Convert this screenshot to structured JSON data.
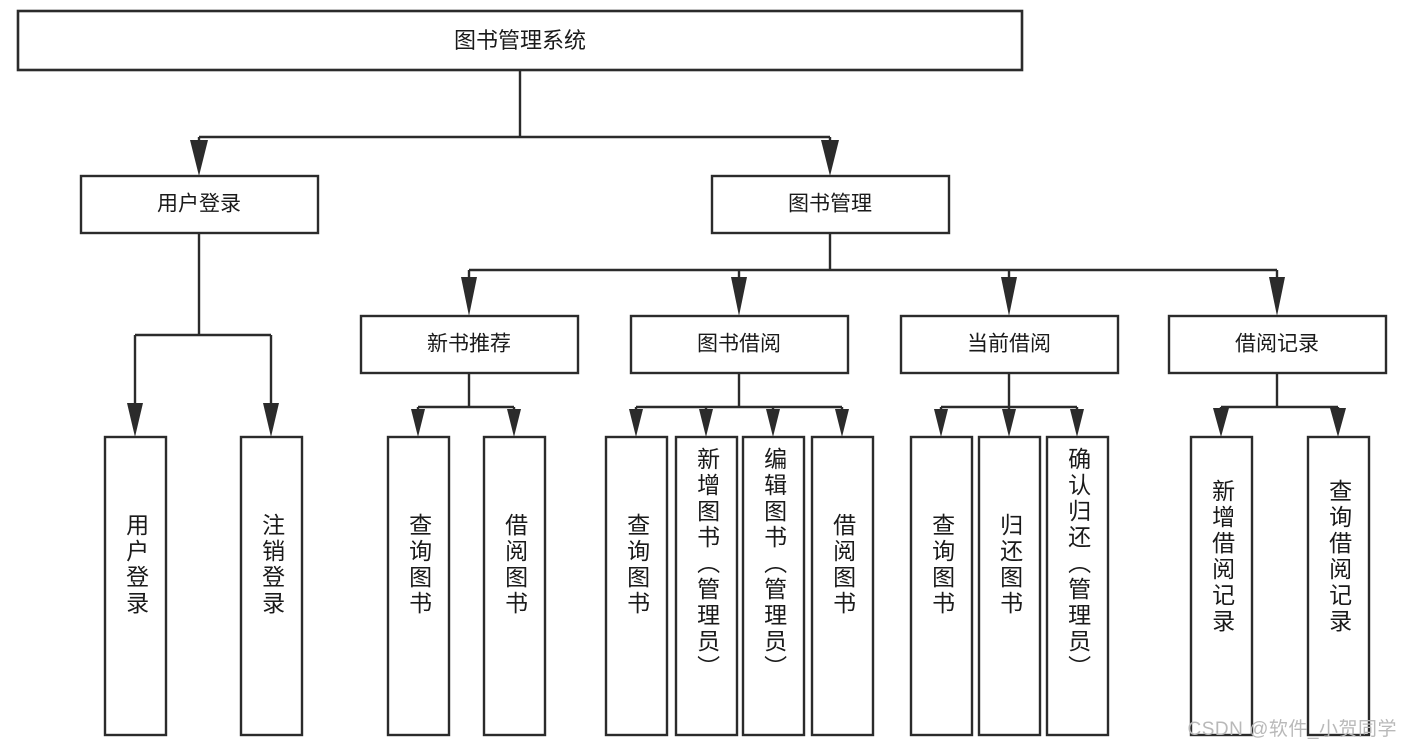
{
  "diagram": {
    "type": "tree-hierarchy-chart",
    "title": "图书管理系统",
    "orientation": "top-down",
    "colors": {
      "background": "#ffffff",
      "box_fill": "#ffffff",
      "box_stroke": "#2b2b2b",
      "text": "#1a1a1a",
      "watermark": "#b9b9b9"
    },
    "root": {
      "label": "图书管理系统",
      "id": "root"
    },
    "level2": [
      {
        "id": "user-login",
        "label": "用户登录"
      },
      {
        "id": "book-management",
        "label": "图书管理"
      }
    ],
    "level3": [
      {
        "id": "new-book-recommend",
        "label": "新书推荐",
        "parent": "book-management"
      },
      {
        "id": "book-borrow",
        "label": "图书借阅",
        "parent": "book-management"
      },
      {
        "id": "current-borrow",
        "label": "当前借阅",
        "parent": "book-management"
      },
      {
        "id": "borrow-record",
        "label": "借阅记录",
        "parent": "book-management"
      }
    ],
    "leaves": {
      "user-login": [
        {
          "id": "leaf-user-login",
          "label": "用户登录"
        },
        {
          "id": "leaf-logout-login",
          "label": "注销登录"
        }
      ],
      "new-book-recommend": [
        {
          "id": "leaf-query-book-1",
          "label": "查询图书"
        },
        {
          "id": "leaf-borrow-book-1",
          "label": "借阅图书"
        }
      ],
      "book-borrow": [
        {
          "id": "leaf-query-book-2",
          "label": "查询图书"
        },
        {
          "id": "leaf-add-book",
          "label": "新增图书（管理员）"
        },
        {
          "id": "leaf-edit-book",
          "label": "编辑图书（管理员）"
        },
        {
          "id": "leaf-borrow-book-2",
          "label": "借阅图书"
        }
      ],
      "current-borrow": [
        {
          "id": "leaf-query-book-3",
          "label": "查询图书"
        },
        {
          "id": "leaf-return-book",
          "label": "归还图书"
        },
        {
          "id": "leaf-confirm-return",
          "label": "确认归还（管理员）"
        }
      ],
      "borrow-record": [
        {
          "id": "leaf-add-record",
          "label": "新增借阅记录"
        },
        {
          "id": "leaf-query-record",
          "label": "查询借阅记录"
        }
      ]
    },
    "watermark": "CSDN @软件_小贺同学"
  }
}
